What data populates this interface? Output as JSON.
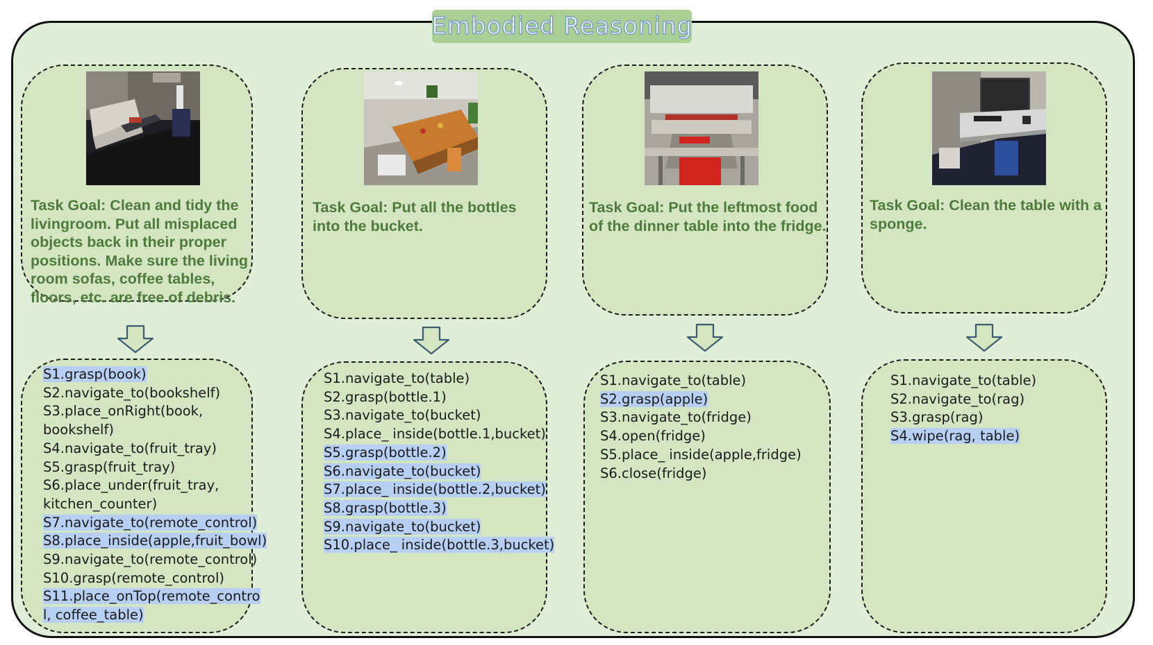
{
  "title": "Embodied Reasoning",
  "colors": {
    "frame_bg": "#dfeed6",
    "panel_bg": "#d3e6c1",
    "title_bg": "#aacf94",
    "goal_text": "#4e7a3c",
    "highlight": "#b7cff3",
    "arrow_fill": "#d3e6c1",
    "arrow_stroke": "#3c5a70"
  },
  "columns": [
    {
      "scene": "living-room-scene",
      "task_goal": "Task Goal: Clean and tidy the livingroom. Put all misplaced objects back in their proper positions. Make sure the living room sofas, coffee tables, floors, etc. are free of debris.",
      "steps": [
        {
          "text": "S1.grasp(book)",
          "highlight": true
        },
        {
          "text": "S2.navigate_to(bookshelf)",
          "highlight": false
        },
        {
          "text": "S3.place_onRight(book,",
          "highlight": false
        },
        {
          "text": "bookshelf)",
          "highlight": false
        },
        {
          "text": "S4.navigate_to(fruit_tray)",
          "highlight": false
        },
        {
          "text": "S5.grasp(fruit_tray)",
          "highlight": false
        },
        {
          "text": "S6.place_under(fruit_tray,",
          "highlight": false
        },
        {
          "text": "kitchen_counter)",
          "highlight": false
        },
        {
          "text": "S7.navigate_to(remote_control)",
          "highlight": true
        },
        {
          "text": "S8.place_inside(apple,fruit_bowl)",
          "highlight": true
        },
        {
          "text": "S9.navigate_to(remote_control)",
          "highlight": false
        },
        {
          "text": "S10.grasp(remote_control)",
          "highlight": false
        },
        {
          "text": "S11.place_onTop(remote_contro",
          "highlight": true
        },
        {
          "text": "l, coffee_table)",
          "highlight": true
        }
      ]
    },
    {
      "scene": "kitchen-dining-scene",
      "task_goal": "Task Goal: Put all the bottles into the bucket.",
      "steps": [
        {
          "text": "S1.navigate_to(table)",
          "highlight": false
        },
        {
          "text": "S2.grasp(bottle.1)",
          "highlight": false
        },
        {
          "text": "S3.navigate_to(bucket)",
          "highlight": false
        },
        {
          "text": "S4.place_ inside(bottle.1,bucket)",
          "highlight": false
        },
        {
          "text": "S5.grasp(bottle.2)",
          "highlight": true
        },
        {
          "text": "S6.navigate_to(bucket)",
          "highlight": true
        },
        {
          "text": "S7.place_ inside(bottle.2,bucket)",
          "highlight": true
        },
        {
          "text": "S8.grasp(bottle.3)",
          "highlight": true
        },
        {
          "text": "S9.navigate_to(bucket)",
          "highlight": true
        },
        {
          "text": "S10.place_ inside(bottle.3,bucket)",
          "highlight": true
        }
      ]
    },
    {
      "scene": "dining-room-scene",
      "task_goal": "Task Goal: Put the leftmost food of the dinner table into the fridge.",
      "steps": [
        {
          "text": "S1.navigate_to(table)",
          "highlight": false
        },
        {
          "text": "S2.grasp(apple)",
          "highlight": true
        },
        {
          "text": "S3.navigate_to(fridge)",
          "highlight": false
        },
        {
          "text": "S4.open(fridge)",
          "highlight": false
        },
        {
          "text": "S5.place_ inside(apple,fridge)",
          "highlight": false
        },
        {
          "text": "S6.close(fridge)",
          "highlight": false
        }
      ]
    },
    {
      "scene": "office-desk-scene",
      "task_goal": "Task Goal: Clean the table with a sponge.",
      "steps": [
        {
          "text": "S1.navigate_to(table)",
          "highlight": false
        },
        {
          "text": "S2.navigate_to(rag)",
          "highlight": false
        },
        {
          "text": "S3.grasp(rag)",
          "highlight": false
        },
        {
          "text": "S4.wipe(rag, table)",
          "highlight": true
        }
      ]
    }
  ]
}
